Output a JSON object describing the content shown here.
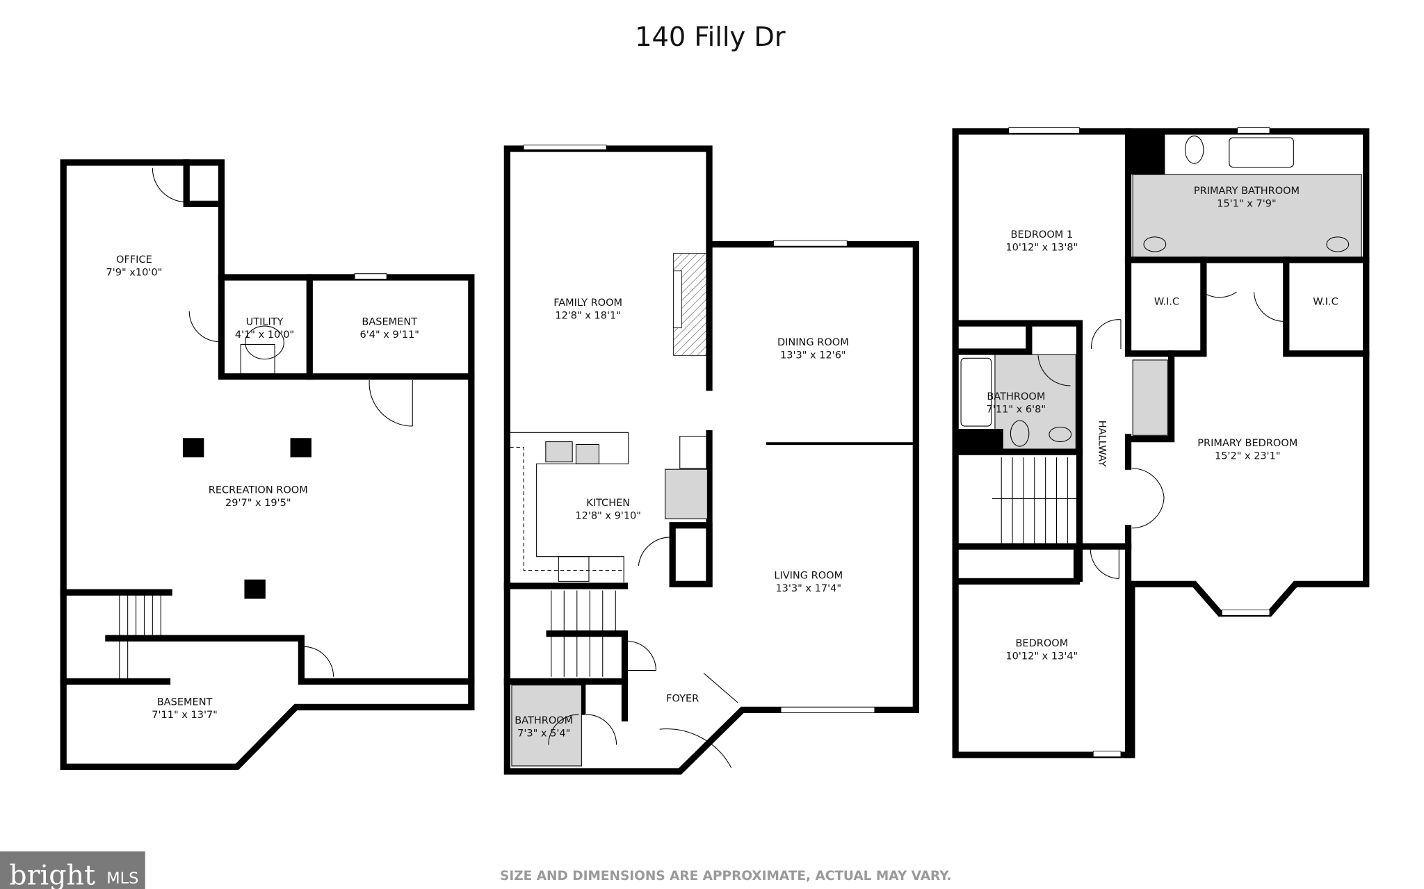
{
  "title": "140 Filly Dr",
  "footer": "SIZE AND DIMENSIONS ARE APPROXIMATE, ACTUAL MAY VARY.",
  "logo": {
    "brand": "bright",
    "suffix": "MLS",
    "bg_color": "#7a7a7a"
  },
  "floors": {
    "lower": {
      "rooms": [
        {
          "name": "OFFICE",
          "dims": "7'9\" x10'0\""
        },
        {
          "name": "UTILITY",
          "dims": "4'1\" x 10'0\""
        },
        {
          "name": "BASEMENT",
          "dims": "6'4\" x 9'11\""
        },
        {
          "name": "RECREATION ROOM",
          "dims": "29'7\" x 19'5\""
        },
        {
          "name": "BASEMENT",
          "dims": "7'11\" x 13'7\""
        }
      ]
    },
    "main": {
      "rooms": [
        {
          "name": "FAMILY ROOM",
          "dims": "12'8\" x 18'1\""
        },
        {
          "name": "DINING ROOM",
          "dims": "13'3\" x 12'6\""
        },
        {
          "name": "KITCHEN",
          "dims": "12'8\" x 9'10\""
        },
        {
          "name": "LIVING ROOM",
          "dims": "13'3\" x 17'4\""
        },
        {
          "name": "FOYER",
          "dims": ""
        },
        {
          "name": "BATHROOM",
          "dims": "7'3\" x 5'4\""
        }
      ]
    },
    "upper": {
      "rooms": [
        {
          "name": "BEDROOM 1",
          "dims": "10'12\" x 13'8\""
        },
        {
          "name": "PRIMARY BATHROOM",
          "dims": "15'1\" x 7'9\""
        },
        {
          "name": "W.I.C",
          "dims": ""
        },
        {
          "name": "W.I.C",
          "dims": ""
        },
        {
          "name": "BATHROOM",
          "dims": "7'11\" x 6'8\""
        },
        {
          "name": "HALLWAY",
          "dims": ""
        },
        {
          "name": "PRIMARY BEDROOM",
          "dims": "15'2\" x 23'1\""
        },
        {
          "name": "BEDROOM",
          "dims": "10'12\" x 13'4\""
        }
      ]
    }
  }
}
